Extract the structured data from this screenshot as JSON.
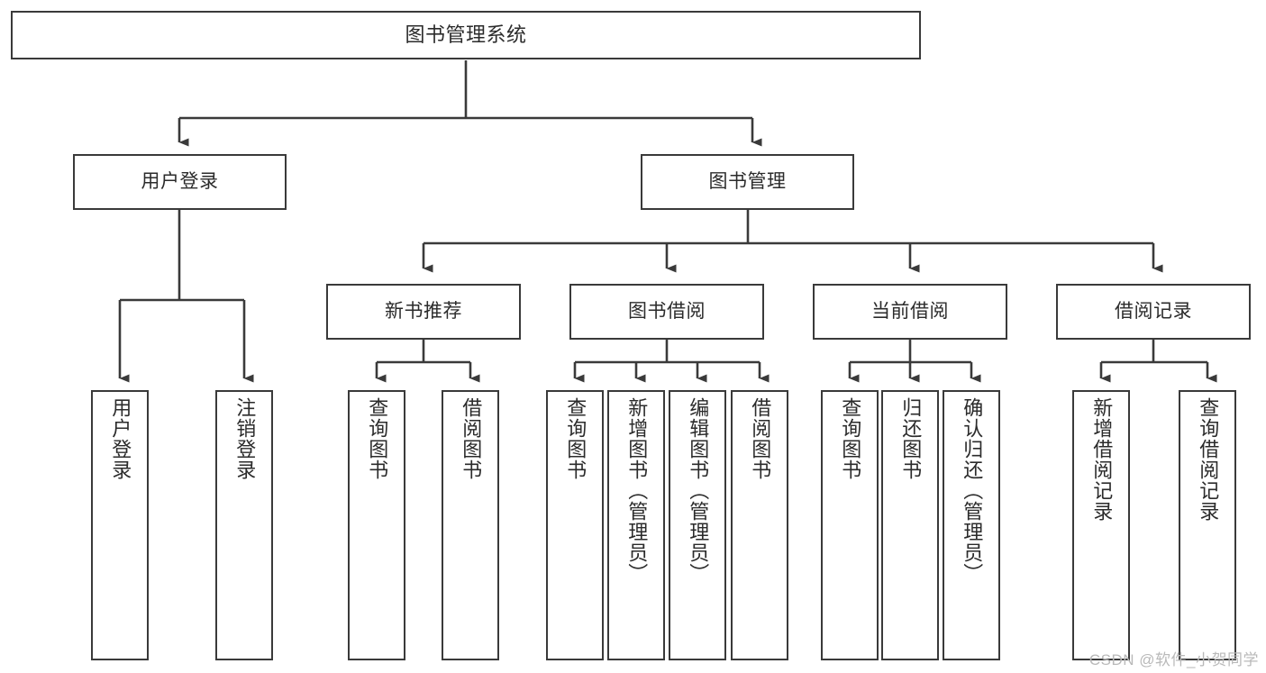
{
  "diagram": {
    "type": "tree",
    "title": "图书管理系统",
    "root": {
      "id": "root",
      "label": "图书管理系统"
    },
    "level2": [
      {
        "id": "user-login",
        "label": "用户登录"
      },
      {
        "id": "book-manage",
        "label": "图书管理"
      }
    ],
    "level3": [
      {
        "id": "new-book-recommend",
        "label": "新书推荐"
      },
      {
        "id": "book-borrow",
        "label": "图书借阅"
      },
      {
        "id": "current-borrow",
        "label": "当前借阅"
      },
      {
        "id": "borrow-record",
        "label": "借阅记录"
      }
    ],
    "leaves": [
      {
        "id": "leaf-user-login",
        "label": "用户登录",
        "parent": "user-login"
      },
      {
        "id": "leaf-logout-login",
        "label": "注销登录",
        "parent": "user-login"
      },
      {
        "id": "leaf-query-book-1",
        "label": "查询图书",
        "parent": "new-book-recommend"
      },
      {
        "id": "leaf-borrow-book-1",
        "label": "借阅图书",
        "parent": "new-book-recommend"
      },
      {
        "id": "leaf-query-book-2",
        "label": "查询图书",
        "parent": "book-borrow"
      },
      {
        "id": "leaf-add-book",
        "label": "新增图书（管理员）",
        "parent": "book-borrow"
      },
      {
        "id": "leaf-edit-book",
        "label": "编辑图书（管理员）",
        "parent": "book-borrow"
      },
      {
        "id": "leaf-borrow-book-2",
        "label": "借阅图书",
        "parent": "book-borrow"
      },
      {
        "id": "leaf-query-book-3",
        "label": "查询图书",
        "parent": "current-borrow"
      },
      {
        "id": "leaf-return-book",
        "label": "归还图书",
        "parent": "current-borrow"
      },
      {
        "id": "leaf-confirm-return",
        "label": "确认归还（管理员）",
        "parent": "current-borrow"
      },
      {
        "id": "leaf-add-record",
        "label": "新增借阅记录",
        "parent": "borrow-record"
      },
      {
        "id": "leaf-query-record",
        "label": "查询借阅记录",
        "parent": "borrow-record"
      }
    ],
    "colors": {
      "stroke": "#3a3a3a",
      "fill": "#ffffff",
      "text": "#2b2b2b",
      "watermark": "#b9b9b9"
    }
  },
  "watermark": {
    "text": "CSDN @软件_小贺同学"
  }
}
